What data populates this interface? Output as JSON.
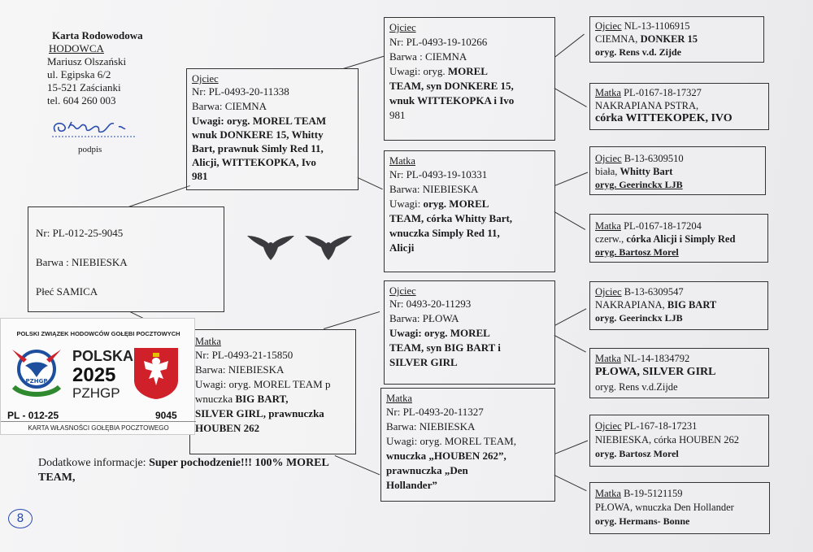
{
  "breeder": {
    "title": "Karta Rodowodowa",
    "role": "HODOWCA",
    "name": "Mariusz Olszański",
    "street": "ul. Egipska 6/2",
    "city": "15-521 Zaścianki",
    "phone": "tel. 604 260 003",
    "signature_label": "podpis"
  },
  "bird": {
    "number": "Nr: PL-012-25-9045",
    "color": "Barwa : NIEBIESKA",
    "sex": "Płeć  SAMICA"
  },
  "sire": {
    "label": "Ojciec",
    "number": "Nr: PL-0493-20-11338",
    "color": "Barwa: CIEMNA",
    "notes": [
      "Uwagi: oryg. MOREL TEAM",
      "wnuk DONKERE 15,  Whitty",
      "Bart, prawnuk Simly Red 11,",
      "Alicji, WITTEKOPKA, Ivo",
      "981"
    ]
  },
  "dam": {
    "label": "Matka",
    "number": "Nr: PL-0493-21-15850",
    "color": "Barwa: NIEBIESKA",
    "notes_a": "Uwagi: oryg. MOREL TEAM p",
    "notes_b": "wnuczka ",
    "notes_b_bold": "BIG BART,",
    "notes_c": "SILVER GIRL, prawnuczka",
    "notes_d": "HOUBEN 262"
  },
  "gp": {
    "ss": {
      "label": "Ojciec",
      "number": "Nr: PL-0493-19-10266",
      "color": "Barwa : CIEMNA",
      "l1": "Uwagi: oryg. ",
      "l1b": "MOREL",
      "l2": "TEAM, syn DONKERE 15,",
      "l3": "wnuk WITTEKOPKA i Ivo",
      "l4": "981"
    },
    "sd": {
      "label": "Matka",
      "number": "Nr: PL-0493-19-10331",
      "color": "Barwa: NIEBIESKA",
      "l1": "Uwagi: ",
      "l1b": "oryg. MOREL",
      "l2": "TEAM, córka Whitty Bart,",
      "l3": "wnuczka Simply Red 11,",
      "l4": "Alicji"
    },
    "ds": {
      "label": "Ojciec",
      "number": "Nr: 0493-20-11293",
      "color": "Barwa: PŁOWA",
      "l1": "Uwagi: oryg. MOREL",
      "l2": "TEAM, syn BIG BART i",
      "l3": "SILVER GIRL"
    },
    "dd": {
      "label": "Matka",
      "number": "Nr: PL-0493-20-11327",
      "color": "Barwa: NIEBIESKA",
      "l1": "Uwagi: oryg. MOREL TEAM,",
      "l2": "wnuczka ",
      "l2b": "„HOUBEN 262”,",
      "l3": "prawnuczka „Den",
      "l4": "Hollander”"
    }
  },
  "ggp": [
    {
      "label": "Ojciec",
      "ring": " NL-13-1106915",
      "l1a": "CIEMNA, ",
      "l1b": "DONKER 15",
      "l2": "oryg. Rens v.d. Zijde"
    },
    {
      "label": "Matka",
      "ring": " PL-0167-18-17327",
      "l1a": "NAKRAPIANA PSTRA,",
      "l1b": "",
      "l2": "córka WITTEKOPEK, IVO"
    },
    {
      "label": "Ojciec",
      "ring": "  B-13-6309510",
      "l1a": "biała, ",
      "l1b": "Whitty Bart",
      "l2": "oryg. Geerinckx LJB"
    },
    {
      "label": "Matka",
      "ring": " PL-0167-18-17204",
      "l1a": "czerw., ",
      "l1b": "córka Alicji i Simply Red",
      "l2": "oryg. Bartosz Morel"
    },
    {
      "label": "Ojciec",
      "ring": "  B-13-6309547",
      "l1a": "NAKRAPIANA, ",
      "l1b": "BIG BART",
      "l2": "oryg. Geerinckx LJB"
    },
    {
      "label": "Matka",
      "ring": " NL-14-1834792",
      "l1a": "",
      "l1b": "PŁOWA, SILVER GIRL",
      "l2": "oryg. Rens v.d.Zijde"
    },
    {
      "label": "Ojciec",
      "ring": "  PL-167-18-17231",
      "l1a": "NIEBIESKA, córka HOUBEN 262",
      "l1b": "",
      "l2": "oryg. Bartosz Morel"
    },
    {
      "label": "Matka",
      "ring": " B-19-5121159",
      "l1a": "PŁOWA, wnuczka Den Hollander",
      "l1b": "",
      "l2": "oryg. Hermans- Bonne"
    }
  ],
  "extra": {
    "label": "Dodatkowe informacje: ",
    "value": "Super pochodzenie!!! 100% MOREL",
    "value2": "TEAM,"
  },
  "card": {
    "header": "POLSKI ZWIĄZEK HODOWCÓW GOŁĘBI POCZTOWYCH",
    "country": "POLSKA",
    "year": "2025",
    "org": "PZHGP",
    "logo_text": "PZHGP",
    "ring_left": "PL - 012-25",
    "ring_right": "9045",
    "footer": "KARTA  WŁASNOŚCI GOŁĘBIA POCZTOWEGO"
  },
  "page_mark": "8"
}
